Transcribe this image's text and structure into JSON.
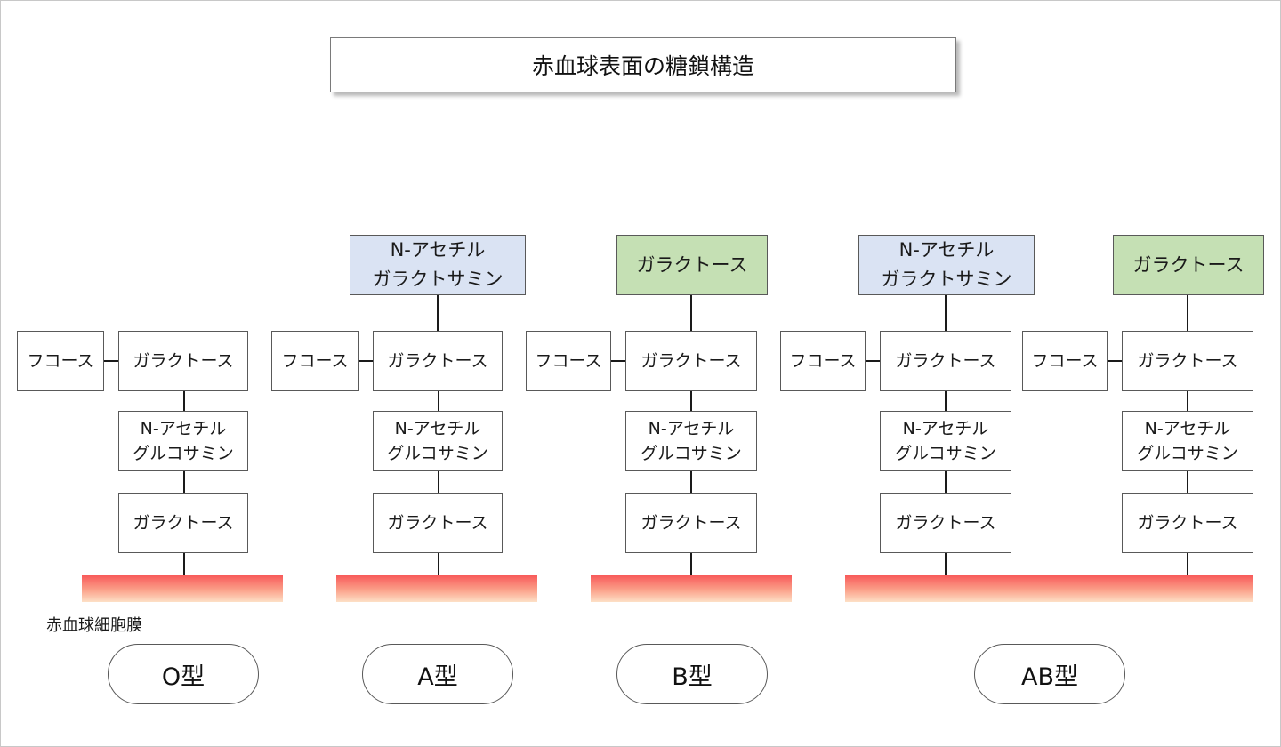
{
  "title": "赤血球表面の糖鎖構造",
  "labels": {
    "fucose": "フコース",
    "galactose": "ガラクトース",
    "glcnac": "N-アセチル\nグルコサミン",
    "galnac": "N-アセチル\nガラクトサミン"
  },
  "membrane_label": "赤血球細胞膜",
  "blood_types": {
    "o": "O型",
    "a": "A型",
    "b": "B型",
    "ab": "AB型"
  },
  "colors": {
    "galnac_fill": "#dae3f3",
    "galactose_terminal_fill": "#c5e0b4",
    "membrane_top": "#f85a5a",
    "membrane_bottom": "#fde0c6"
  }
}
